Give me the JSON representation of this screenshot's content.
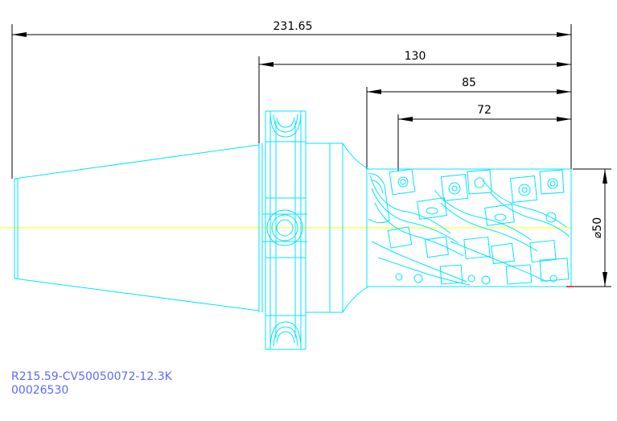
{
  "dimensions": {
    "overall_length": "231.65",
    "gauge_to_tip": "130",
    "body_length": "85",
    "cutting_length": "72",
    "diameter": "⌀50"
  },
  "title_block": {
    "part_code": "R215.59-CV50050072-12.3K",
    "item_number": "00026530"
  },
  "colors": {
    "outline": "#00e5ff",
    "dimension": "#000000",
    "centerline": "#ffff00",
    "caption": "#5b6bff",
    "accent": "#ff0000"
  }
}
